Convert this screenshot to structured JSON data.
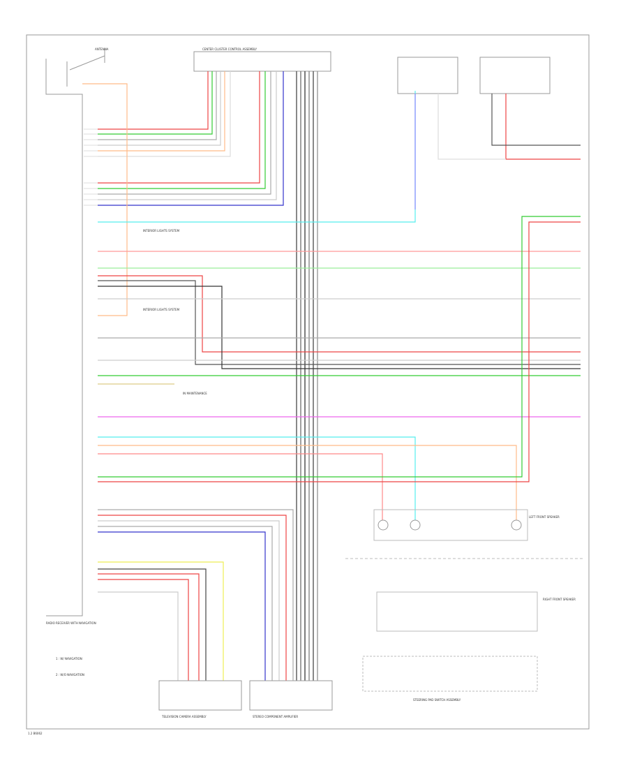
{
  "diagram": {
    "connectors": {
      "audio_unit": "RADIO RECEIVER WITH NAVIGATION",
      "top_connector": "CENTER CLUSTER CONTROL ASSEMBLY",
      "speaker_left": "LEFT FRONT SPEAKER",
      "speaker_right": "RIGHT FRONT SPEAKER",
      "stereo_amp": "STEREO COMPONENT AMPLIFIER",
      "tv_camera": "TELEVISION CAMERA ASSEMBLY",
      "steering_switch": "STEERING PAD SWITCH ASSEMBLY",
      "antenna": "ANTENNA"
    },
    "notes": {
      "note1": "1 : W/ NAVIGATION",
      "note2": "2 : W/O NAVIGATION"
    },
    "refs": {
      "ref1": "INTERIOR LIGHTS SYSTEM",
      "ref2": "INTERIOR LIGHTS SYSTEM",
      "ref3": "IN MAINTENANCE"
    },
    "footer_code": "1.2 B6062"
  }
}
